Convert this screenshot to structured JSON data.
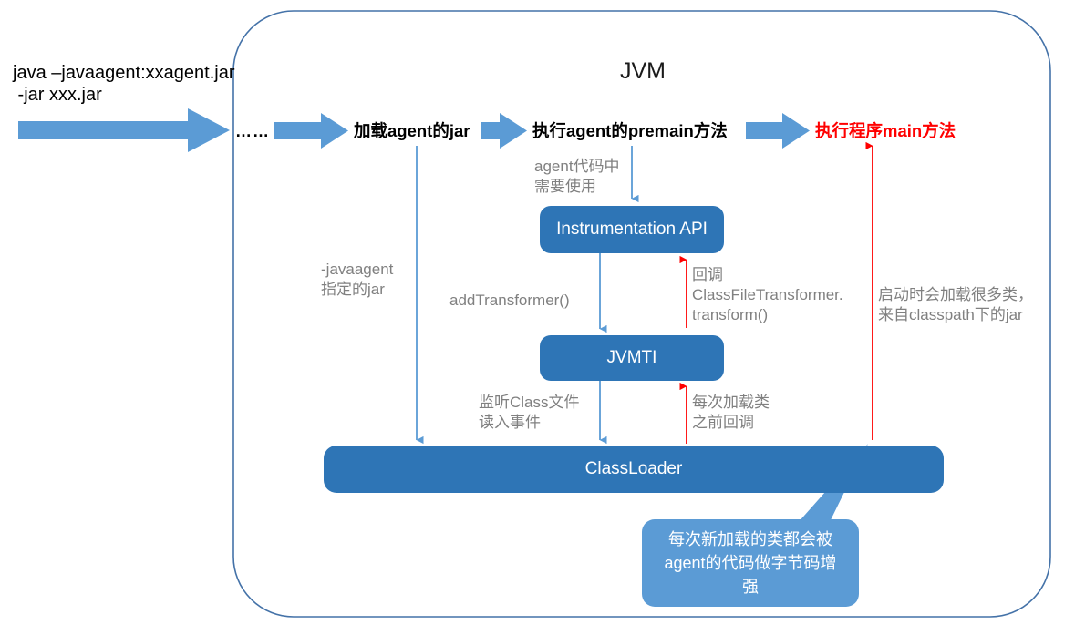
{
  "diagram": {
    "title": "JVM",
    "command": "java –javaagent:xxagent.jar\n -jar xxx.jar",
    "ellipsis": "……",
    "colors": {
      "box_blue": "#2E75B6",
      "callout_blue": "#5B9BD5",
      "arrow_blue": "#5B9BD5",
      "flow_arrow_blue": "#5B9BD5",
      "red": "#FF0000",
      "note_grey": "#808080",
      "container_border": "#4472A8"
    },
    "flow_steps": [
      {
        "label": "加载agent的jar",
        "color": "#000000"
      },
      {
        "label": "执行agent的premain方法",
        "color": "#000000"
      },
      {
        "label": "执行程序main方法",
        "color": "#FF0000"
      }
    ],
    "boxes": [
      {
        "name": "instrumentation-api",
        "label": "Instrumentation\nAPI"
      },
      {
        "name": "jvmti",
        "label": "JVMTI"
      },
      {
        "name": "classloader",
        "label": "ClassLoader"
      }
    ],
    "notes": [
      {
        "name": "agent-code-use",
        "text": "agent代码中\n需要使用"
      },
      {
        "name": "javaagent-jar",
        "text": "-javaagent\n指定的jar"
      },
      {
        "name": "add-transformer",
        "text": "addTransformer()"
      },
      {
        "name": "callback-transform",
        "text": "回调\nClassFileTransformer.\ntransform()"
      },
      {
        "name": "startup-load-classes",
        "text": "启动时会加载很多类，\n来自classpath下的jar"
      },
      {
        "name": "listen-class-file",
        "text": "监听Class文件\n读入事件"
      },
      {
        "name": "callback-before-load",
        "text": "每次加载类\n之前回调"
      }
    ],
    "callout": {
      "name": "bytecode-enhance-callout",
      "text": "每次新加载的类都会被agent的代码做字节码增\n强"
    }
  }
}
